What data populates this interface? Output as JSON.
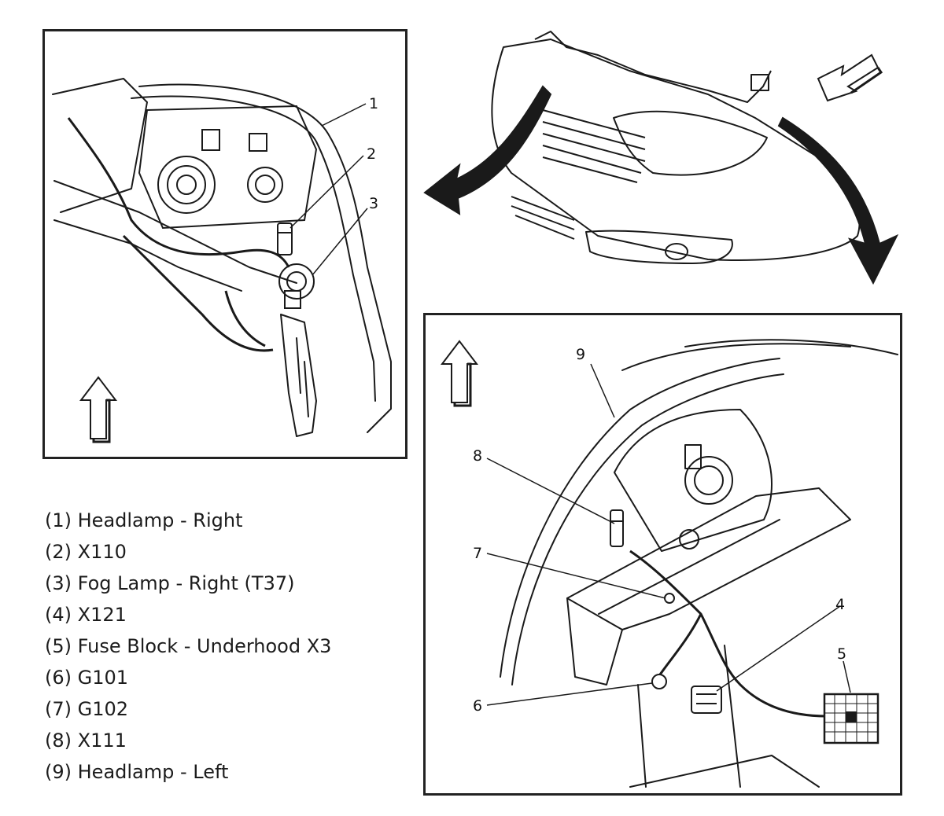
{
  "callouts": {
    "c1": "1",
    "c2": "2",
    "c3": "3",
    "c4": "4",
    "c5": "5",
    "c6": "6",
    "c7": "7",
    "c8": "8",
    "c9": "9"
  },
  "legend": {
    "items": [
      "(1) Headlamp - Right",
      "(2) X110",
      "(3) Fog Lamp - Right (T37)",
      "(4) X121",
      "(5) Fuse Block - Underhood X3",
      "(6) G101",
      "(7) G102",
      "(8) X111",
      "(9) Headlamp - Left"
    ]
  },
  "icons": {
    "up_arrow_left_panel": "up-arrow-icon",
    "up_arrow_right_panel": "up-arrow-icon",
    "view_direction_arrow": "view-direction-arrow-icon"
  },
  "colors": {
    "line": "#1a1a1a",
    "background": "#ffffff"
  }
}
